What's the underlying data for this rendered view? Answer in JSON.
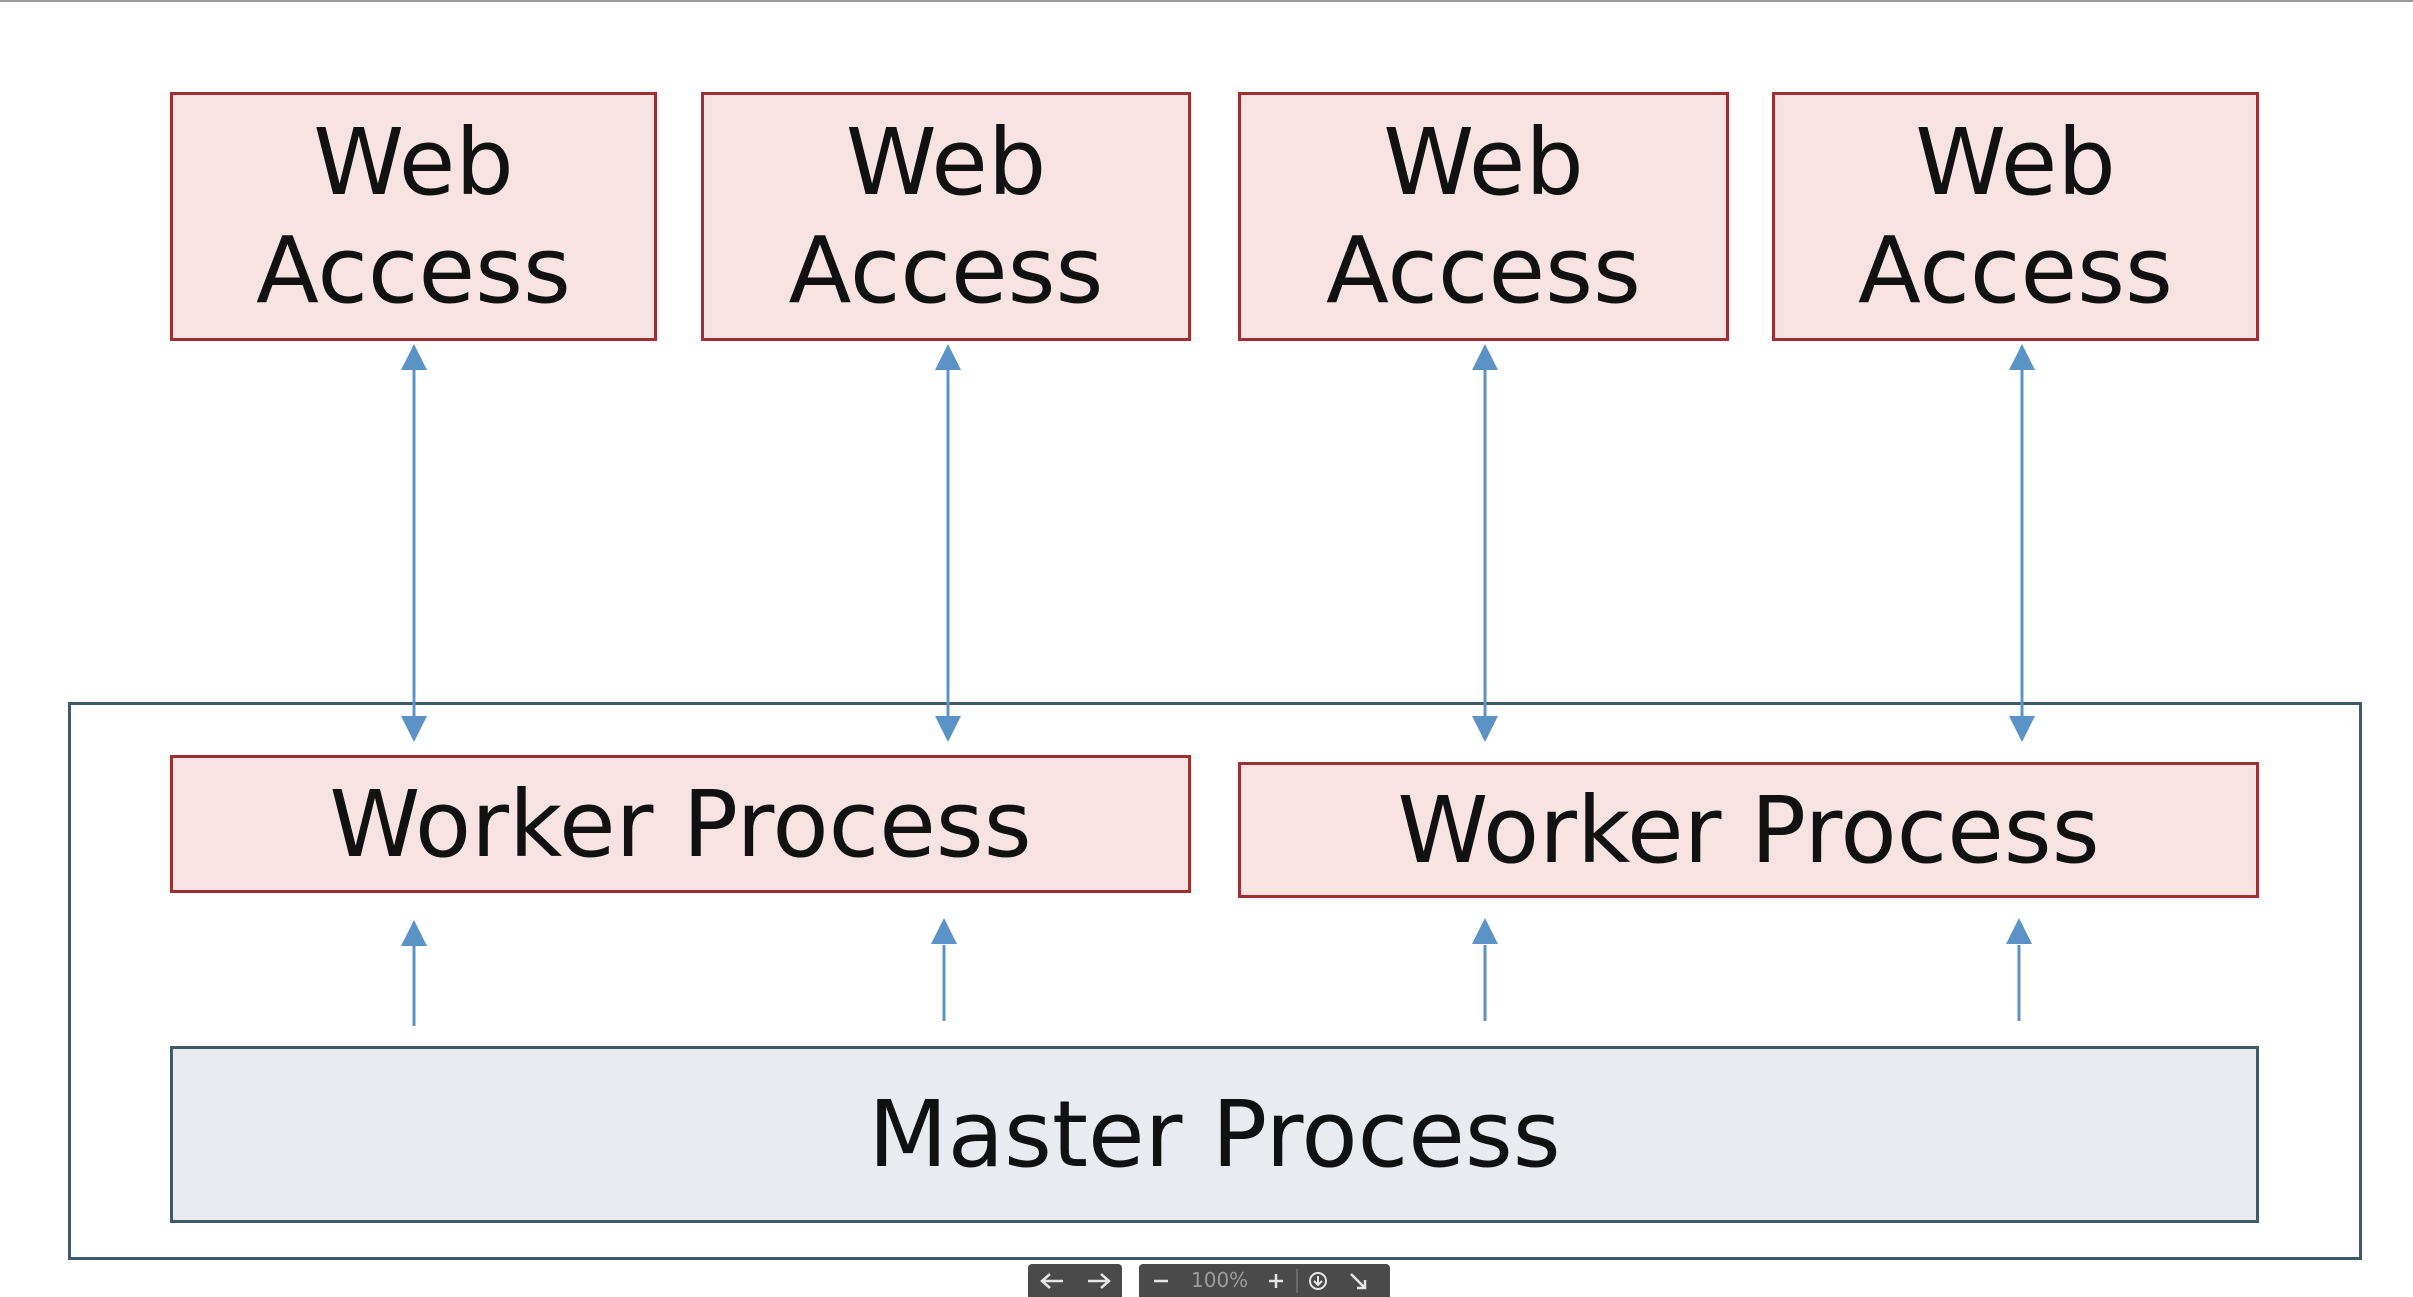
{
  "diagram": {
    "web_access": [
      {
        "line1": "Web",
        "line2": "Access"
      },
      {
        "line1": "Web",
        "line2": "Access"
      },
      {
        "line1": "Web",
        "line2": "Access"
      },
      {
        "line1": "Web",
        "line2": "Access"
      }
    ],
    "workers": [
      {
        "label": "Worker Process"
      },
      {
        "label": "Worker Process"
      }
    ],
    "master": {
      "label": "Master Process"
    }
  },
  "viewer_toolbar": {
    "prev_icon": "arrow-left-icon",
    "next_icon": "arrow-right-icon",
    "zoom_out_icon": "minus-icon",
    "zoom_level": "100%",
    "zoom_in_icon": "plus-icon",
    "fit_icon": "fit-to-screen-icon",
    "collapse_icon": "collapse-icon"
  },
  "colors": {
    "node_fill": "#f8e3e3",
    "node_border": "#9e2f33",
    "master_fill": "#e8ecf0",
    "master_border": "#3f5a6b",
    "arrow": "#5b93c7"
  }
}
